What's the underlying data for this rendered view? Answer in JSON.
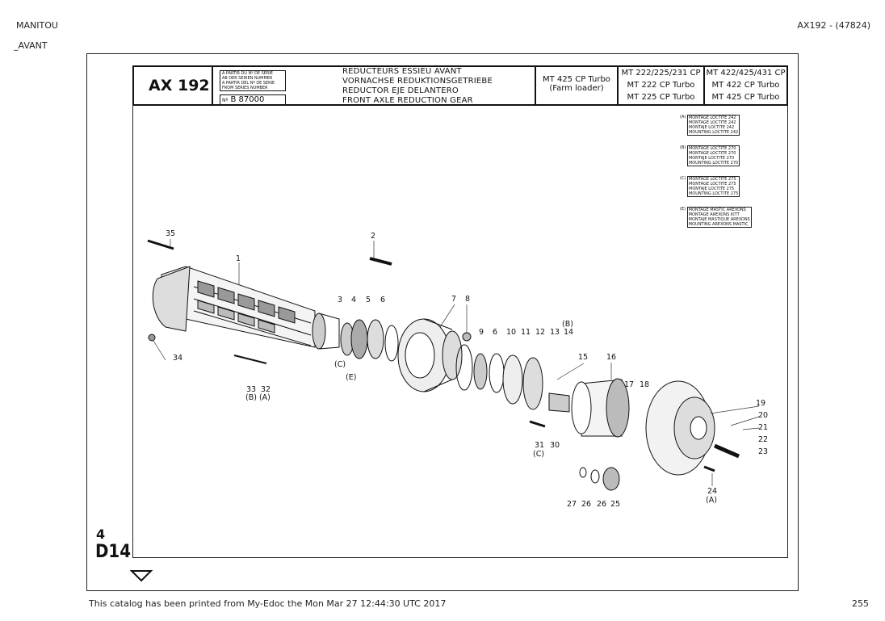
{
  "header": {
    "brand": "MANITOU",
    "subsection": "_AVANT",
    "reference": "AX192 - (47824)"
  },
  "titlebar": {
    "code": "AX 192",
    "serial_lines": [
      "A PARTIR DU Nº DE SERIE",
      "AB DER SERIEN NUMMER",
      "A PARTIR DEL Nº DE SERIE",
      "FROM SERIES NUMBER"
    ],
    "serial_prefix": "Nº",
    "serial_number": "B 87000",
    "titles": [
      "REDUCTEURS ESSIEU AVANT",
      "VORNACHSE REDUKTIONSGETRIEBE",
      "REDUCTOR EJE DELANTERO",
      "FRONT AXLE REDUCTION GEAR"
    ],
    "model_a": [
      "MT 425 CP Turbo",
      "(Farm loader)"
    ],
    "model_b": [
      "MT 222/225/231 CP",
      "MT 222 CP Turbo",
      "MT 225 CP Turbo"
    ],
    "model_c": [
      "MT 422/425/431 CP",
      "MT 422 CP Turbo",
      "MT 425 CP Turbo"
    ]
  },
  "notes": [
    {
      "key": "(A)",
      "lines": [
        "MONTAGE LOCTITE 242",
        "MONTAGE LOCTITE 242",
        "MONTAJE LOCTITE 242",
        "MOUNTING LOCTITE 242"
      ]
    },
    {
      "key": "(B)",
      "lines": [
        "MONTAGE LOCTITE 270",
        "MONTAGE LOCTITE 270",
        "MONTAJE LOCTITE 270",
        "MOUNTING LOCTITE 270"
      ]
    },
    {
      "key": "(C)",
      "lines": [
        "MONTAGE LOCTITE 275",
        "MONTAGE LOCTITE 275",
        "MONTAJE LOCTITE 275",
        "MOUNTING LOCTITE 275"
      ]
    },
    {
      "key": "(E)",
      "lines": [
        "MONTAGE MASTIC AREXONS",
        "MONTAGE AREXONS KITT",
        "MONTAJE MASTIQUE AREXONS",
        "MOUNTING AREXONS MASTIC"
      ]
    }
  ],
  "callouts": [
    "35",
    "1",
    "2",
    "34",
    "3",
    "4",
    "5",
    "6",
    "7",
    "8",
    "(C)",
    "(E)",
    "33",
    "32",
    "(B) (A)",
    "(B)",
    "9",
    "6",
    "10",
    "11",
    "12",
    "13",
    "14",
    "15",
    "16",
    "17",
    "18",
    "19",
    "20",
    "21",
    "22",
    "23",
    "31",
    "30",
    "(C)",
    "27",
    "26",
    "26",
    "25",
    "24",
    "(A)"
  ],
  "page_marker": {
    "line1": "4",
    "line2": "D14"
  },
  "footer": {
    "printed": "This catalog has been printed from My-Edoc the  Mon Mar 27 12:44:30 UTC 2017",
    "page": "255"
  }
}
